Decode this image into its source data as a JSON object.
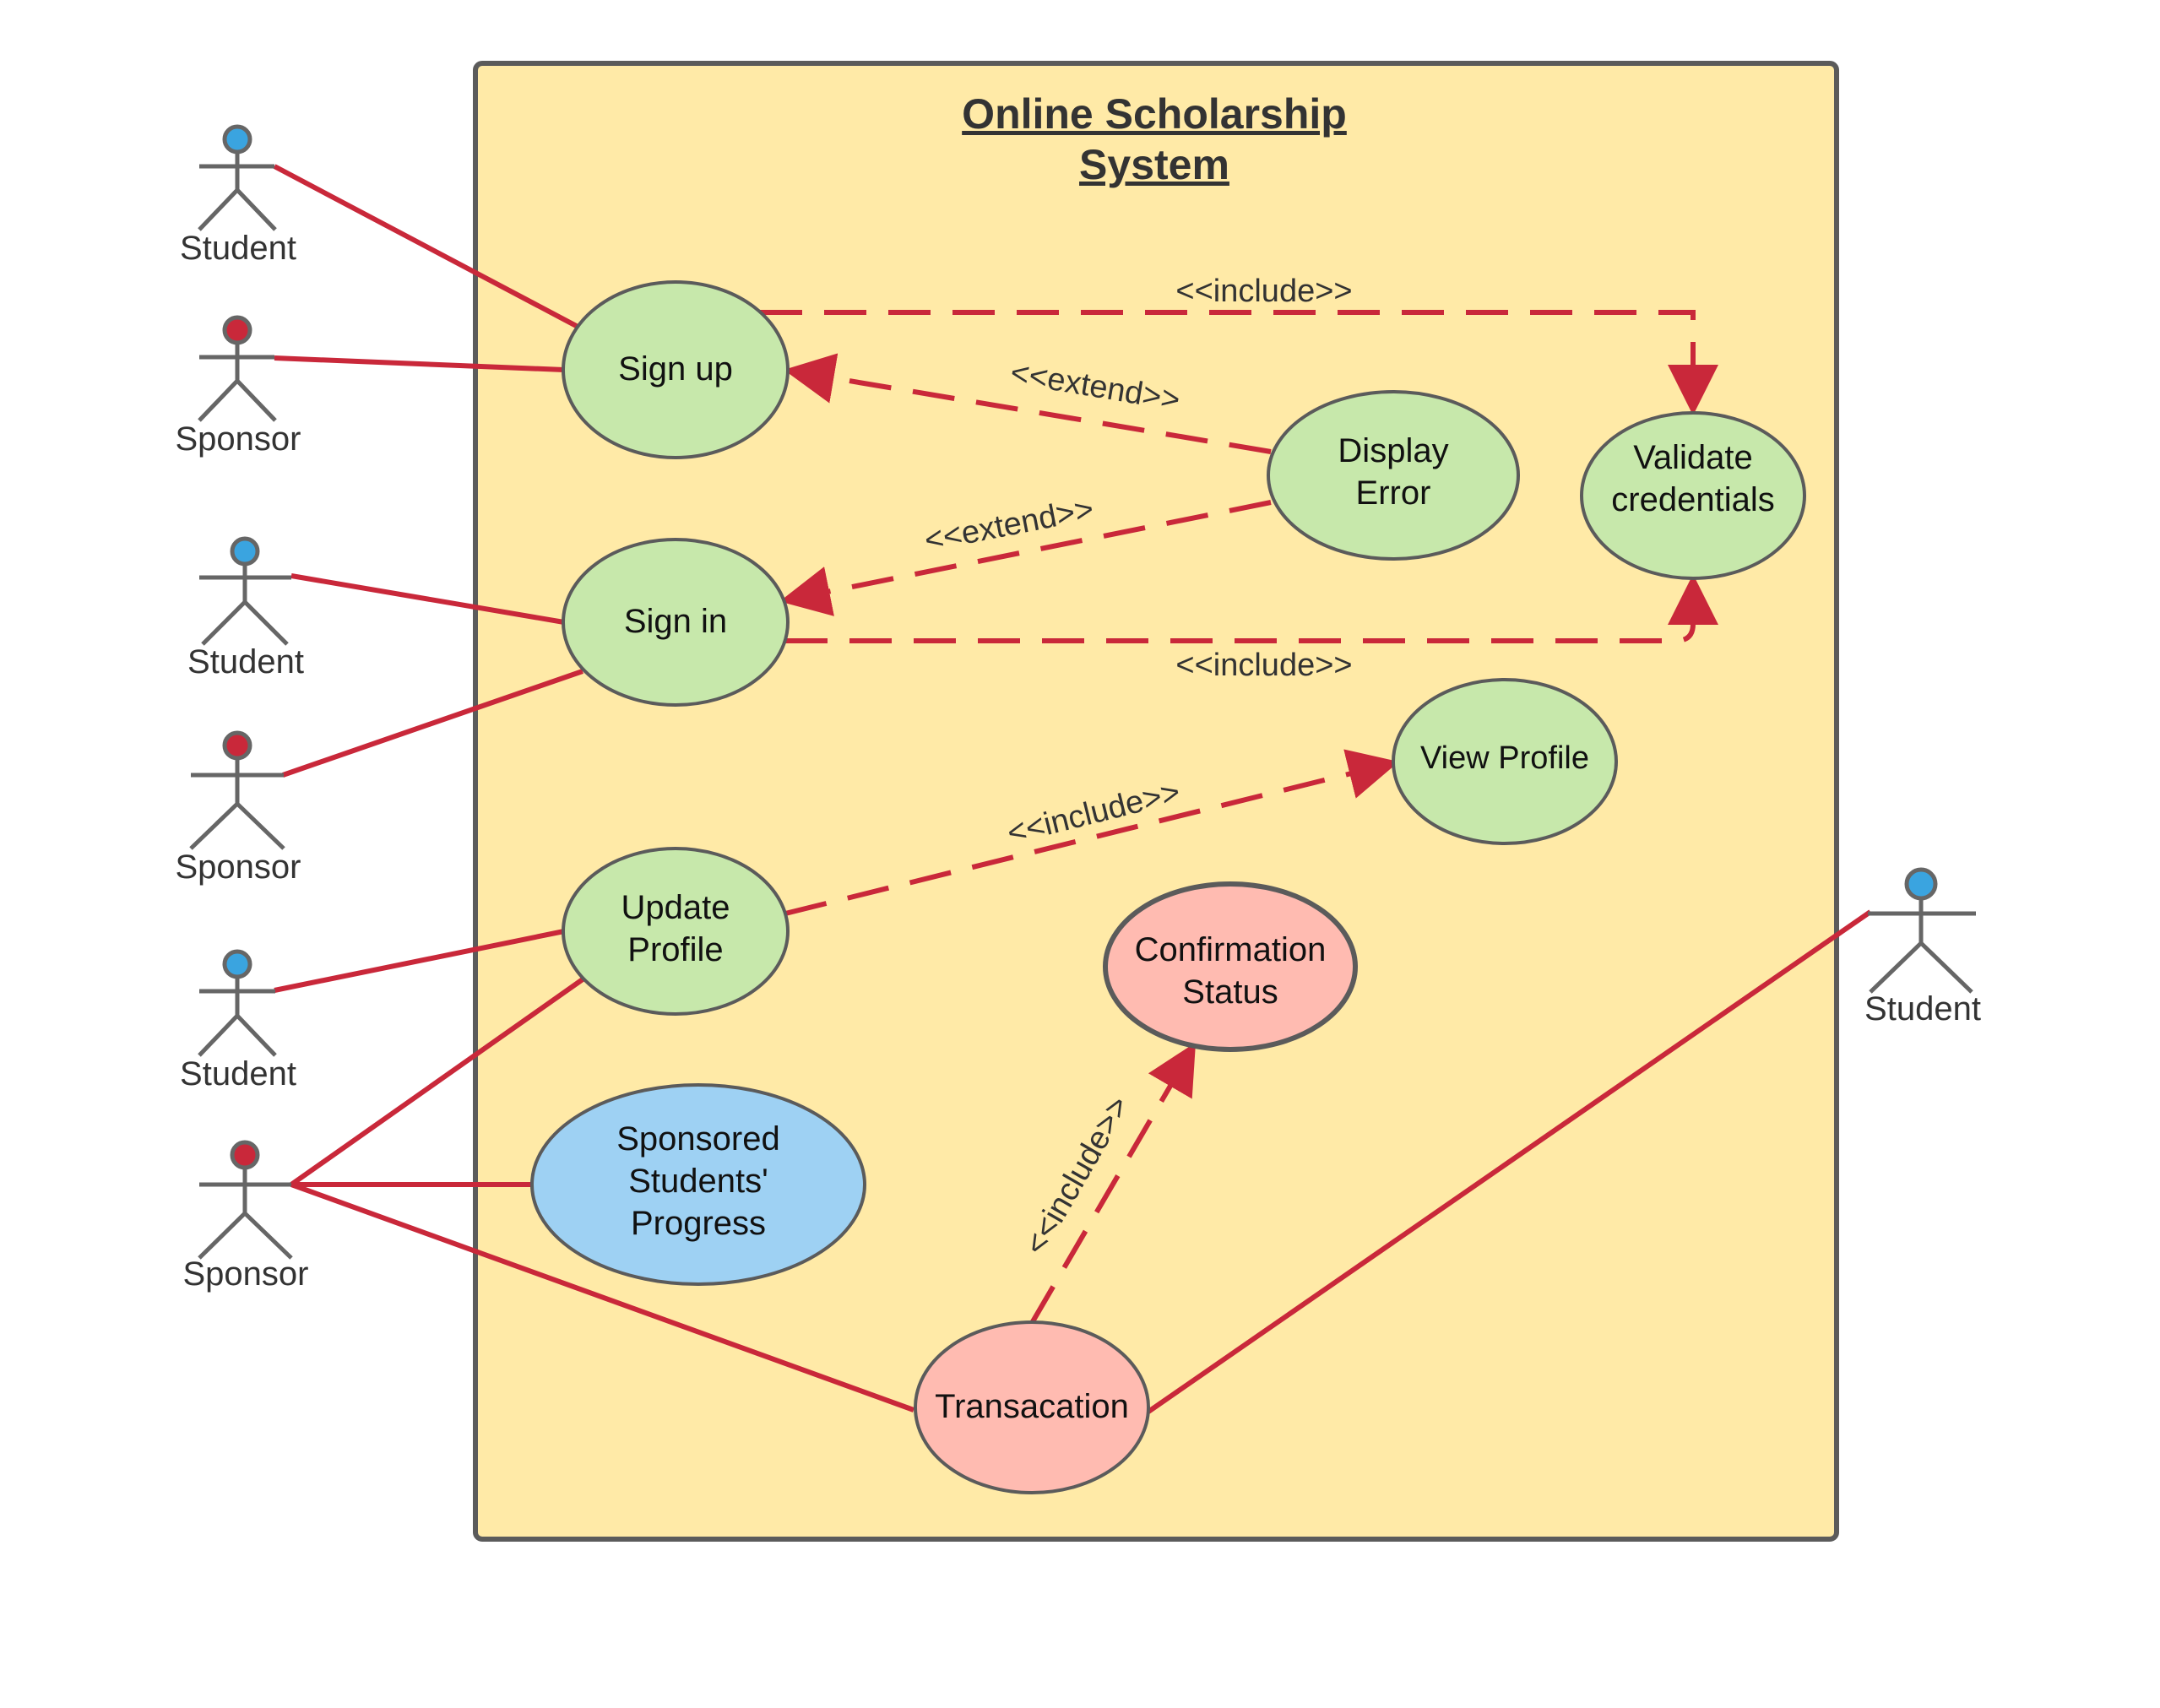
{
  "system": {
    "title_line1": "Online Scholarship",
    "title_line2": "System"
  },
  "colors": {
    "system_fill": "#ffeaa7",
    "system_border": "#5b5b5b",
    "usecase_green": "#c7e8ab",
    "usecase_blue": "#9ed1f3",
    "usecase_pink": "#ffbbb1",
    "line_red": "#c9283a",
    "actor_head_blue": "#3aa4e0",
    "actor_head_red": "#c9283a"
  },
  "actors": {
    "student_1": "Student",
    "sponsor_1": "Sponsor",
    "student_2": "Student",
    "sponsor_2": "Sponsor",
    "student_3": "Student",
    "sponsor_3": "Sponsor",
    "student_4": "Student"
  },
  "use_cases": {
    "sign_up": [
      "Sign up"
    ],
    "sign_in": [
      "Sign in"
    ],
    "display_error": [
      "Display",
      "Error"
    ],
    "validate_credentials": [
      "Validate",
      "credentials"
    ],
    "view_profile": [
      "View Profile"
    ],
    "update_profile": [
      "Update",
      "Profile"
    ],
    "confirmation_status": [
      "Confirmation",
      "Status"
    ],
    "sponsored_progress": [
      "Sponsored",
      "Students'",
      "Progress"
    ],
    "transaction": [
      "Transacation"
    ]
  },
  "relations": {
    "include_signup_validate": "<<include>>",
    "extend_error_signup": "<<extend>>",
    "extend_error_signin": "<<extend>>",
    "include_signin_validate": "<<include>>",
    "include_update_view": "<<include>>",
    "include_transaction_confirm": "<<include>>"
  }
}
